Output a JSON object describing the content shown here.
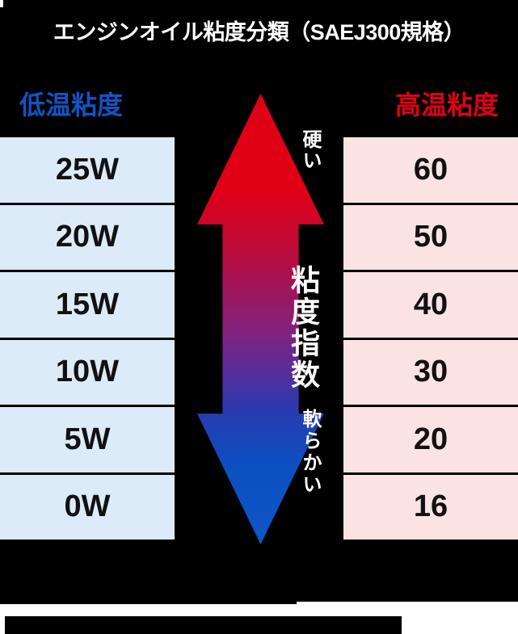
{
  "page": {
    "title": "エンジンオイル粘度分類（SAEJ300規格）",
    "background_color": "#000000",
    "title_color": "#ffffff"
  },
  "columns": {
    "left": {
      "header": "低温粘度",
      "header_color": "#1154c4",
      "cell_background": "#dcebf7",
      "cells": [
        "25W",
        "20W",
        "15W",
        "10W",
        "5W",
        "0W"
      ]
    },
    "right": {
      "header": "高温粘度",
      "header_color": "#e00014",
      "cell_background": "#fbe3e3",
      "cells": [
        "60",
        "50",
        "40",
        "30",
        "20",
        "16"
      ]
    }
  },
  "arrow": {
    "top_label": "硬い",
    "middle_label": "粘度指数",
    "bottom_label": "軟らかい",
    "top_color": "#e00013",
    "bottom_color": "#0f56c8",
    "label_color": "#ffffff"
  }
}
